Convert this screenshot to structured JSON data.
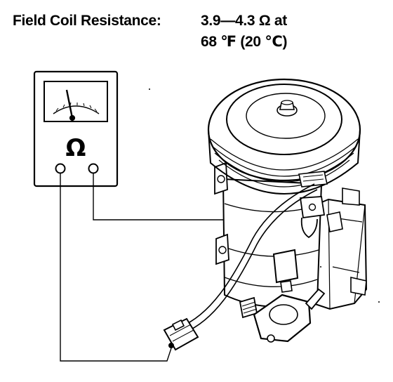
{
  "spec": {
    "label": "Field Coil Resistance:",
    "value_line1": "3.9—4.3 Ω at",
    "value_line2": "68 ℉ (20 ℃)"
  },
  "meter": {
    "symbol": "Ω"
  }
}
